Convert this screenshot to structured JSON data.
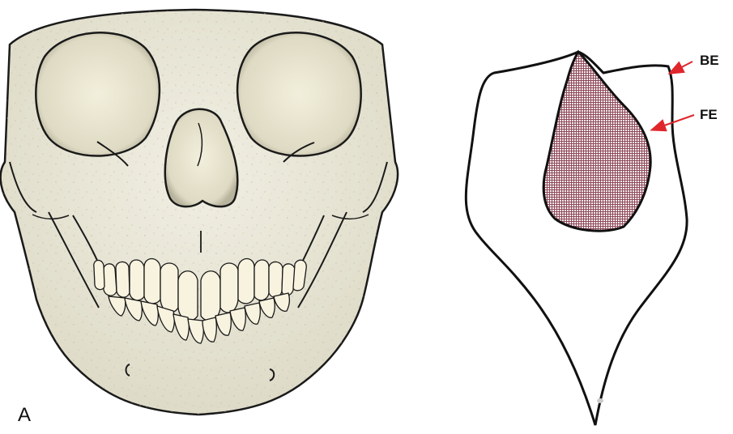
{
  "panel_letter": "A",
  "labels": {
    "be": "BE",
    "fe": "FE"
  },
  "colors": {
    "bone_fill": "#ecebdd",
    "bone_shade": "#d9d6c2",
    "outline": "#1a1a1a",
    "teeth_fill": "#f8f3df",
    "hatch_fill": "#8e4a5a",
    "arrow": "#e0262b"
  }
}
